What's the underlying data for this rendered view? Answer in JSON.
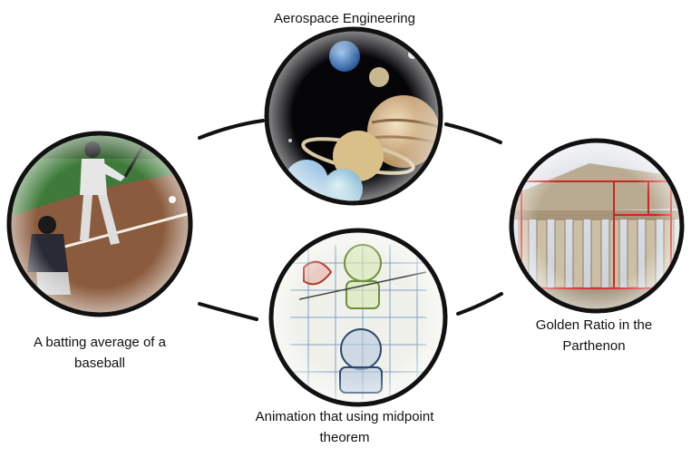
{
  "nodes": [
    {
      "id": "top",
      "label_line1": "Aerospace Engineering",
      "label_line2": "",
      "image": "solar-system-planets"
    },
    {
      "id": "left",
      "label_line1": "A batting average of a",
      "label_line2": "baseball",
      "image": "baseball-batter"
    },
    {
      "id": "right",
      "label_line1": "Golden Ratio in the",
      "label_line2": "Parthenon",
      "image": "parthenon-golden-ratio"
    },
    {
      "id": "bottom",
      "label_line1": "Animation that using midpoint",
      "label_line2": "theorem",
      "image": "animation-wireframe-sketch"
    }
  ],
  "colors": {
    "ring": "#111111",
    "connector": "#111111",
    "text": "#111111"
  }
}
